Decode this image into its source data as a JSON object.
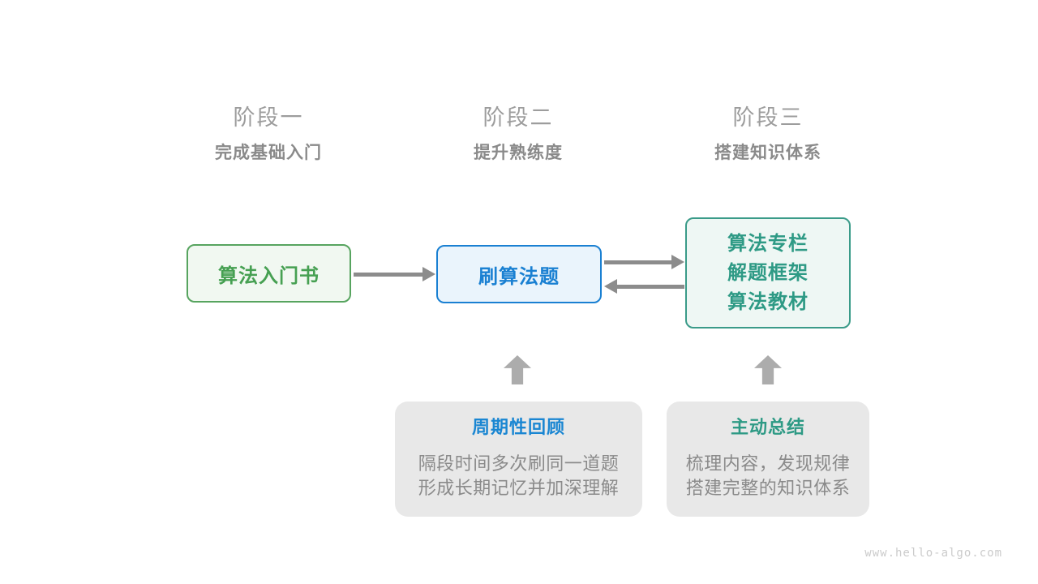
{
  "columns": [
    {
      "stage": "阶段一",
      "subtitle": "完成基础入门"
    },
    {
      "stage": "阶段二",
      "subtitle": "提升熟练度"
    },
    {
      "stage": "阶段三",
      "subtitle": "搭建知识体系"
    }
  ],
  "nodes": {
    "intro_book": {
      "label": "算法入门书"
    },
    "practice": {
      "label": "刷算法题"
    },
    "resources": {
      "lines": [
        "算法专栏",
        "解题框架",
        "算法教材"
      ]
    }
  },
  "notes": [
    {
      "title": "周期性回顾",
      "lines": [
        "隔段时间多次刷同一道题",
        "形成长期记忆并加深理解"
      ]
    },
    {
      "title": "主动总结",
      "lines": [
        "梳理内容，发现规律",
        "搭建完整的知识体系"
      ]
    }
  ],
  "watermark": "www.hello-algo.com",
  "colors": {
    "green": "#57a45f",
    "green_bg": "#f1f8f1",
    "blue": "#1a80d2",
    "blue_bg": "#eaf4fc",
    "teal": "#3a9b89",
    "teal_bg": "#eef7f4",
    "note_bg": "#e8e8e8",
    "arrow": "#8c8c8c",
    "up_arrow": "#acacac",
    "stage_title": "#9d9d9d",
    "stage_subtitle": "#8a8a8a",
    "note_text": "#8a8a8a",
    "watermark": "#cbcbcb"
  }
}
